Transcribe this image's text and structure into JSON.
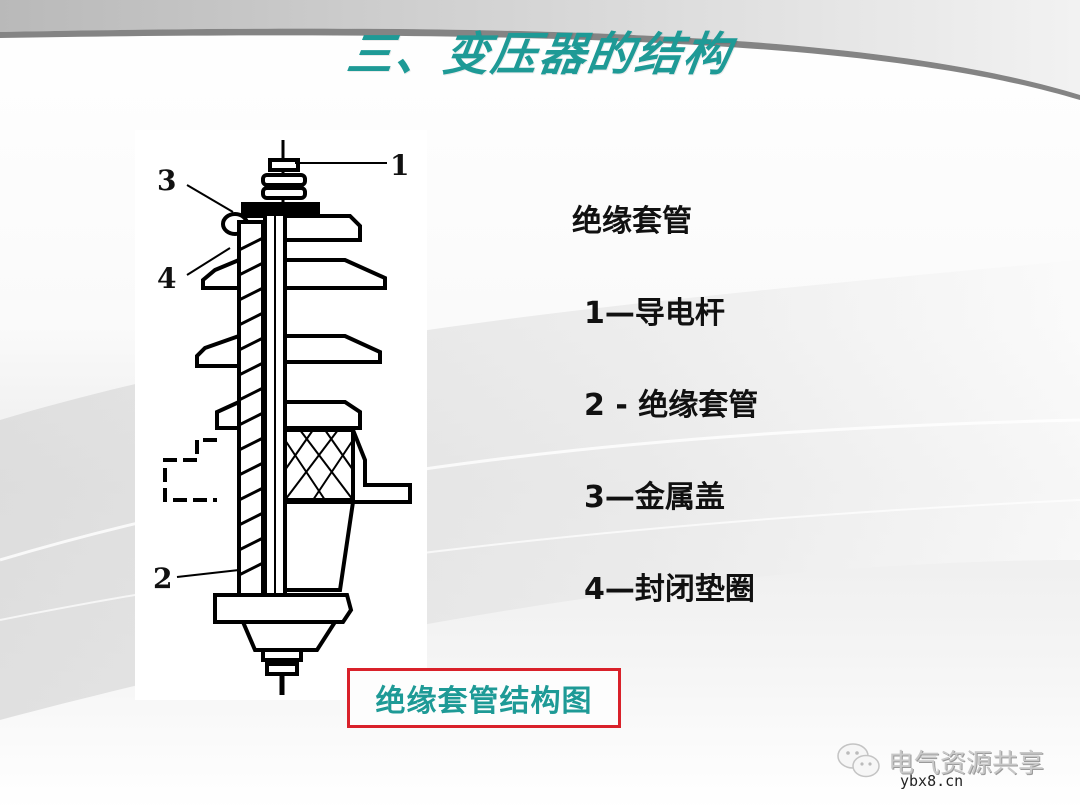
{
  "slide": {
    "title": "三、变压器的结构",
    "colors": {
      "title": "#1e9a96",
      "caption_text": "#1e9a96",
      "caption_border": "#d9212a",
      "body_text": "#111111"
    }
  },
  "diagram": {
    "description": "Cross-section drawing of an insulating bushing",
    "callouts": [
      {
        "number": "1",
        "label": "1"
      },
      {
        "number": "2",
        "label": "2"
      },
      {
        "number": "3",
        "label": "3"
      },
      {
        "number": "4",
        "label": "4"
      }
    ]
  },
  "legend": {
    "heading": "绝缘套管",
    "items": [
      {
        "label": "1—导电杆"
      },
      {
        "label": "2 - 绝缘套管"
      },
      {
        "label": "3—金属盖"
      },
      {
        "label": "4—封闭垫圈"
      }
    ]
  },
  "caption": {
    "text": "绝缘套管结构图"
  },
  "watermark": {
    "icon": "wechat-icon",
    "name": "电气资源共享",
    "url": "ybx8.cn"
  }
}
